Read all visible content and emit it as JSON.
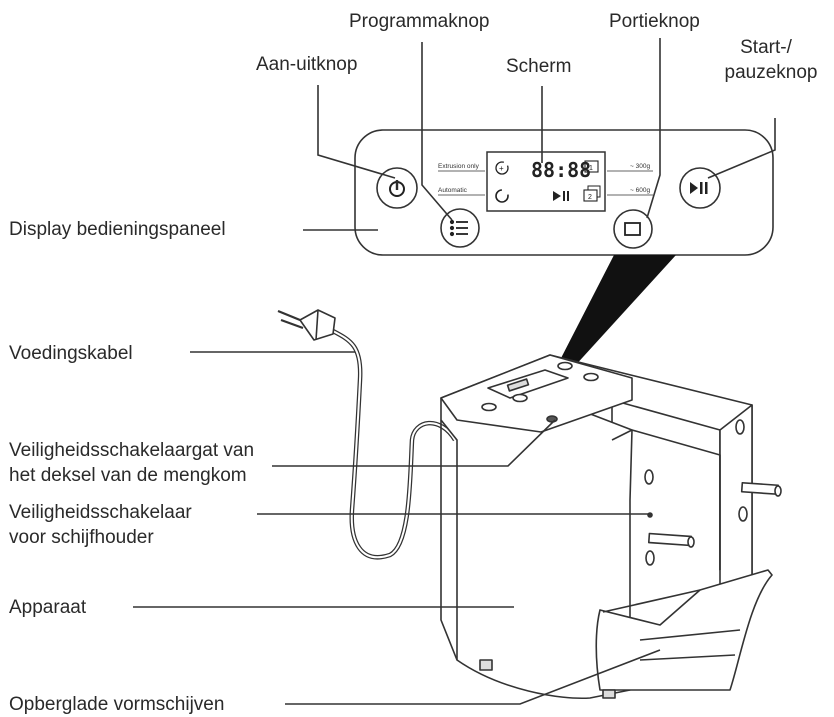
{
  "labels": {
    "power_button": "Aan-uitknop",
    "program_button": "Programmaknop",
    "screen": "Scherm",
    "portion_button": "Portieknop",
    "start_pause_line1": "Start-/",
    "start_pause_line2": "pauzeknop",
    "control_panel": "Display bedieningspaneel",
    "power_cord": "Voedingskabel",
    "lid_switch_line1": "Veiligheidsschakelaargat van",
    "lid_switch_line2": "het deksel van de mengkom",
    "disc_switch_line1": "Veiligheidsschakelaar",
    "disc_switch_line2": "voor schijfhouder",
    "appliance": "Apparaat",
    "storage_drawer": "Opberglade vormschijven"
  },
  "panel": {
    "extrusion_only": "Extrusion only",
    "automatic": "Automatic",
    "time_display": "88:88",
    "small_portion": "~ 300g",
    "large_portion": "~ 600g",
    "cup_one": "1",
    "cup_two": "2"
  },
  "icons": {
    "power": "power-icon",
    "program": "menu-list-icon",
    "portion": "cup-icon",
    "start_pause": "play-pause-icon",
    "power_plug": "plug-icon"
  }
}
